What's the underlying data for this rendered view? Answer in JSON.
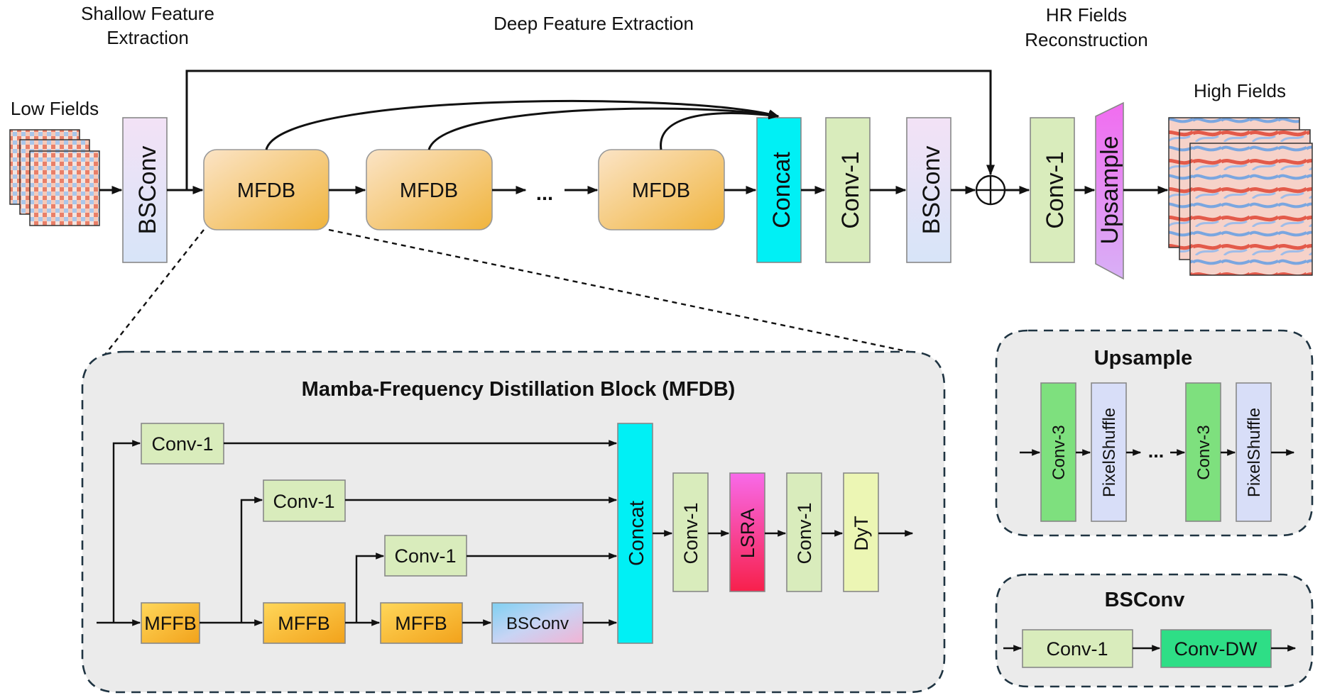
{
  "stage_titles": {
    "shallow": [
      "Shallow Feature",
      "Extraction"
    ],
    "deep": "Deep Feature Extraction",
    "hr": [
      "HR Fields",
      "Reconstruction"
    ]
  },
  "field_labels": {
    "low": "Low Fields",
    "high": "High Fields"
  },
  "main_pipeline": {
    "bsconv_first": "BSConv",
    "mfdb": "MFDB",
    "ellipsis": "...",
    "concat": "Concat",
    "conv1_a": "Conv-1",
    "bsconv_second": "BSConv",
    "conv1_b": "Conv-1",
    "upsample": "Upsample"
  },
  "mfdb_detail": {
    "title": "Mamba-Frequency Distillation Block (MFDB)",
    "conv1": "Conv-1",
    "mffb": "MFFB",
    "bsconv": "BSConv",
    "concat": "Concat",
    "lsra": "LSRA",
    "dyt": "DyT"
  },
  "upsample_detail": {
    "title": "Upsample",
    "conv3": "Conv-3",
    "pixelshuffle": "PixelShuffle",
    "ellipsis": "..."
  },
  "bsconv_detail": {
    "title": "BSConv",
    "conv1": "Conv-1",
    "convdw": "Conv-DW"
  },
  "colors": {
    "bsconv_top": "#f3e2f6",
    "bsconv_bottom": "#d7e4f8",
    "mfdb_top": "#fbe4c6",
    "mfdb_bottom": "#f0b43d",
    "concat": "#00f0f5",
    "conv1": "#d9ecbc",
    "upsample_top": "#f16cf0",
    "upsample_bottom": "#d8b0f6",
    "mffb_top": "#ffd75a",
    "mffb_bottom": "#f2a21b",
    "lsra_top": "#f86ae9",
    "lsra_bottom": "#f7204b",
    "dyt": "#ecf6b4",
    "conv3": "#7ee07e",
    "pixelshuffle": "#d8def8",
    "convdw": "#2ede86",
    "panel": "#ebebeb"
  }
}
